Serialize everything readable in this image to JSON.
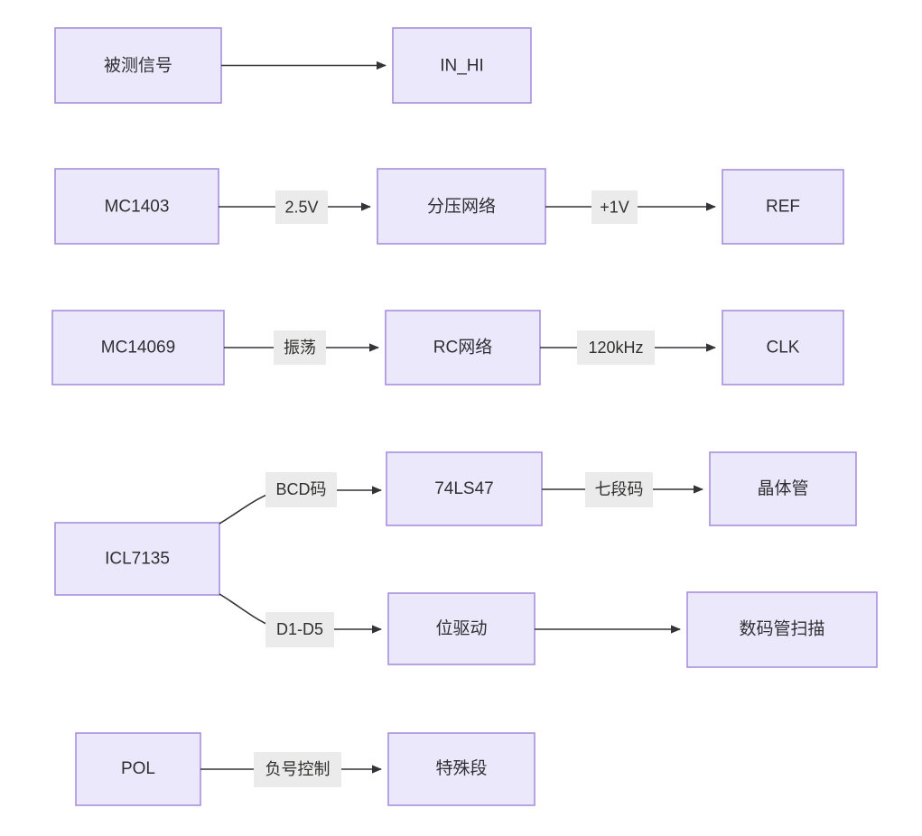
{
  "diagram": {
    "type": "flowchart",
    "direction": "left-to-right",
    "background_color": "#ffffff",
    "node_fill": "#ece8fb",
    "node_border": "#a98fdc",
    "edge_color": "#333338",
    "edge_label_bg": "#ebebeb",
    "text_color": "#2f2f33"
  },
  "nodes": {
    "signal_in": "被测信号",
    "in_hi": "IN_HI",
    "mc1403": "MC1403",
    "divider": "分压网络",
    "ref": "REF",
    "mc14069": "MC14069",
    "rc_net": "RC网络",
    "clk": "CLK",
    "icl7135": "ICL7135",
    "ls47": "74LS47",
    "transistor": "晶体管",
    "bit_drive": "位驱动",
    "digit_scan": "数码管扫描",
    "pol": "POL",
    "special_seg": "特殊段"
  },
  "edge_labels": {
    "e_signal_inhi": "",
    "e_mc1403_divider": "2.5V",
    "e_divider_ref": "+1V",
    "e_mc14069_rc": "振荡",
    "e_rc_clk": "120kHz",
    "e_icl_ls47": "BCD码",
    "e_ls47_transistor": "七段码",
    "e_icl_bitdrive": "D1-D5",
    "e_bitdrive_scan": "",
    "e_pol_special": "负号控制"
  }
}
